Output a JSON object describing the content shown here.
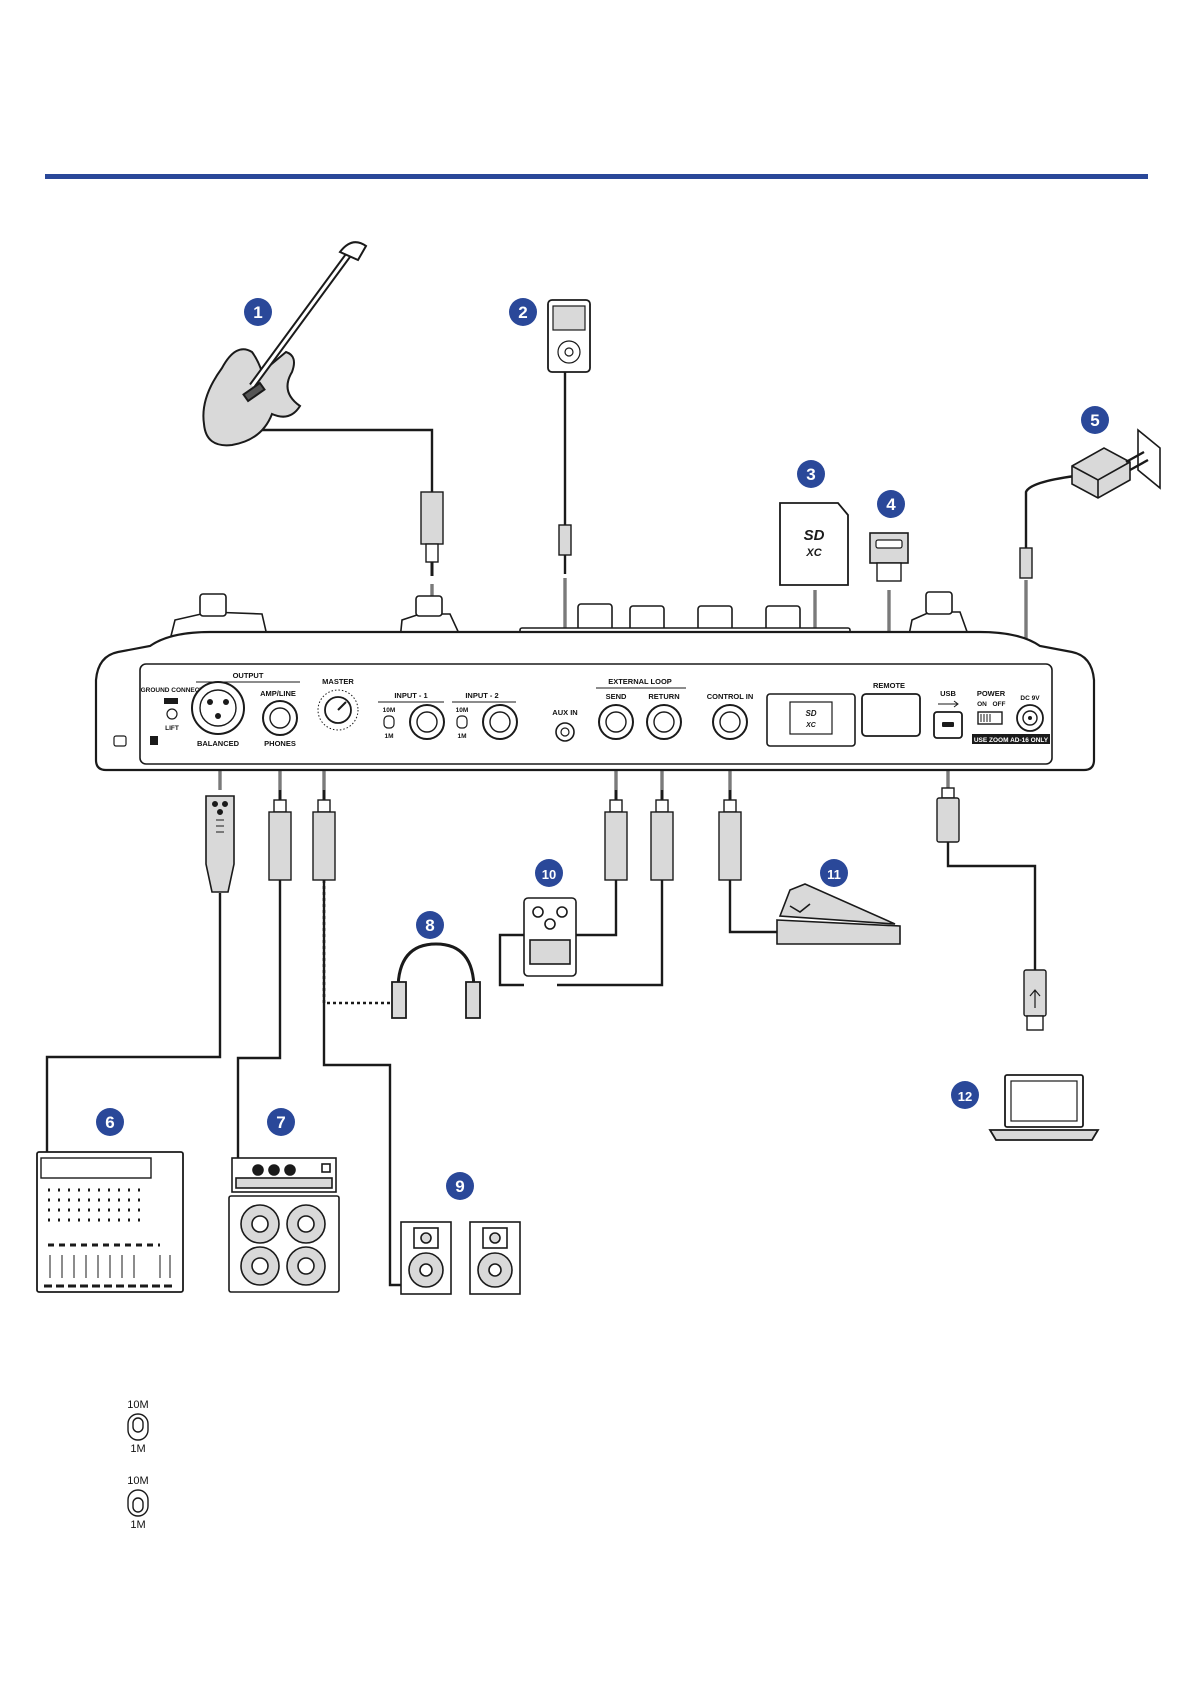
{
  "colors": {
    "accent": "#2a4899",
    "badge": "#2a4899",
    "ink": "#1a1a1a",
    "cable_arrow": "#7a7a7a",
    "gray_fill": "#d9d9d9"
  },
  "callouts": [
    "1",
    "2",
    "3",
    "4",
    "5",
    "6",
    "7",
    "8",
    "9",
    "10",
    "11",
    "12"
  ],
  "panel_labels": {
    "output": "OUTPUT",
    "ground_connect": "GROUND CONNECT",
    "lift": "LIFT",
    "balanced": "BALANCED",
    "amp_line": "AMP/LINE",
    "phones": "PHONES",
    "master": "MASTER",
    "input1": "INPUT - 1",
    "input2": "INPUT - 2",
    "imp_high": "10M",
    "imp_low": "1M",
    "aux_in": "AUX IN",
    "external_loop": "EXTERNAL LOOP",
    "send": "SEND",
    "return": "RETURN",
    "control_in": "CONTROL IN",
    "remote": "REMOTE",
    "usb": "USB",
    "power": "POWER",
    "on": "ON",
    "off": "OFF",
    "dc": "DC 9V",
    "adapter_note": "USE ZOOM AD-16 ONLY",
    "sd_logo": "SD XC"
  },
  "legend": {
    "switch_a_top": "10M",
    "switch_a_bottom": "1M",
    "switch_b_top": "10M",
    "switch_b_bottom": "1M"
  },
  "icons": [
    "bass-guitar-icon",
    "audio-player-icon",
    "sd-card-icon",
    "remote-module-icon",
    "ac-adapter-icon",
    "mixer-icon",
    "amp-cabinet-icon",
    "headphones-icon",
    "monitor-speakers-icon",
    "effect-pedal-icon",
    "expression-pedal-icon",
    "laptop-icon"
  ]
}
